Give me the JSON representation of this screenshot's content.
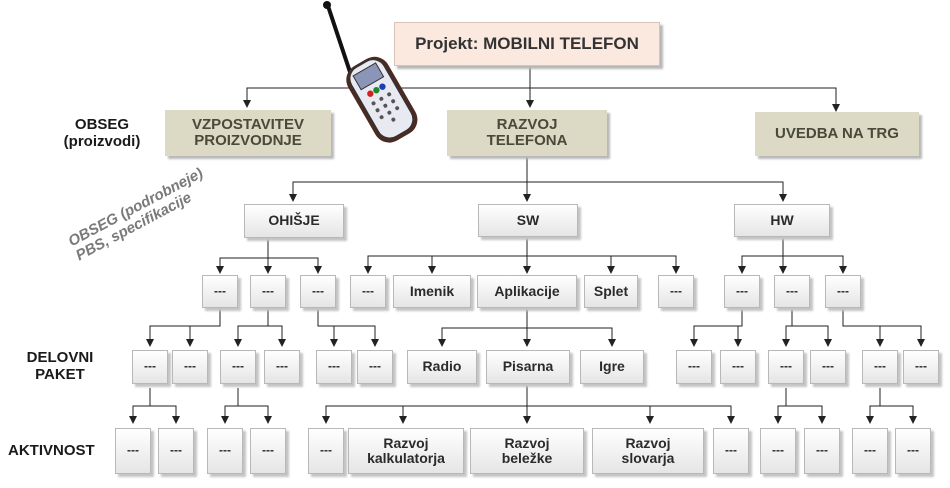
{
  "project": "Projekt: MOBILNI TELEFON",
  "level1": {
    "left": "VZPOSTAVITEV\nPROIZVODNJE",
    "middle": "RAZVOJ\nTELEFONA",
    "right": "UVEDBA NA TRG"
  },
  "level2": {
    "left": "OHIŠJE",
    "middle": "SW",
    "right": "HW"
  },
  "level3_sw": {
    "a": "Imenik",
    "b": "Aplikacije",
    "c": "Splet"
  },
  "level4_sw": {
    "a": "Radio",
    "b": "Pisarna",
    "c": "Igre"
  },
  "level5_sw": {
    "a": "Razvoj\nkalkulatorja",
    "b": "Razvoj\nbeležke",
    "c": "Razvoj\nslovarja"
  },
  "placeholder": "---",
  "labels": {
    "obseg": "OBSEG\n(proizvodi)",
    "obseg_podrobneje": "OBSEG (podrobneje)\nPBS, specifikacije",
    "delovni_paket": "DELOVNI\nPAKET",
    "aktivnost": "AKTIVNOST"
  },
  "colors": {
    "root_fill": "#fbe9e0",
    "level1_fill": "#dcd9c5",
    "node_fill": "#f0f0f0"
  }
}
